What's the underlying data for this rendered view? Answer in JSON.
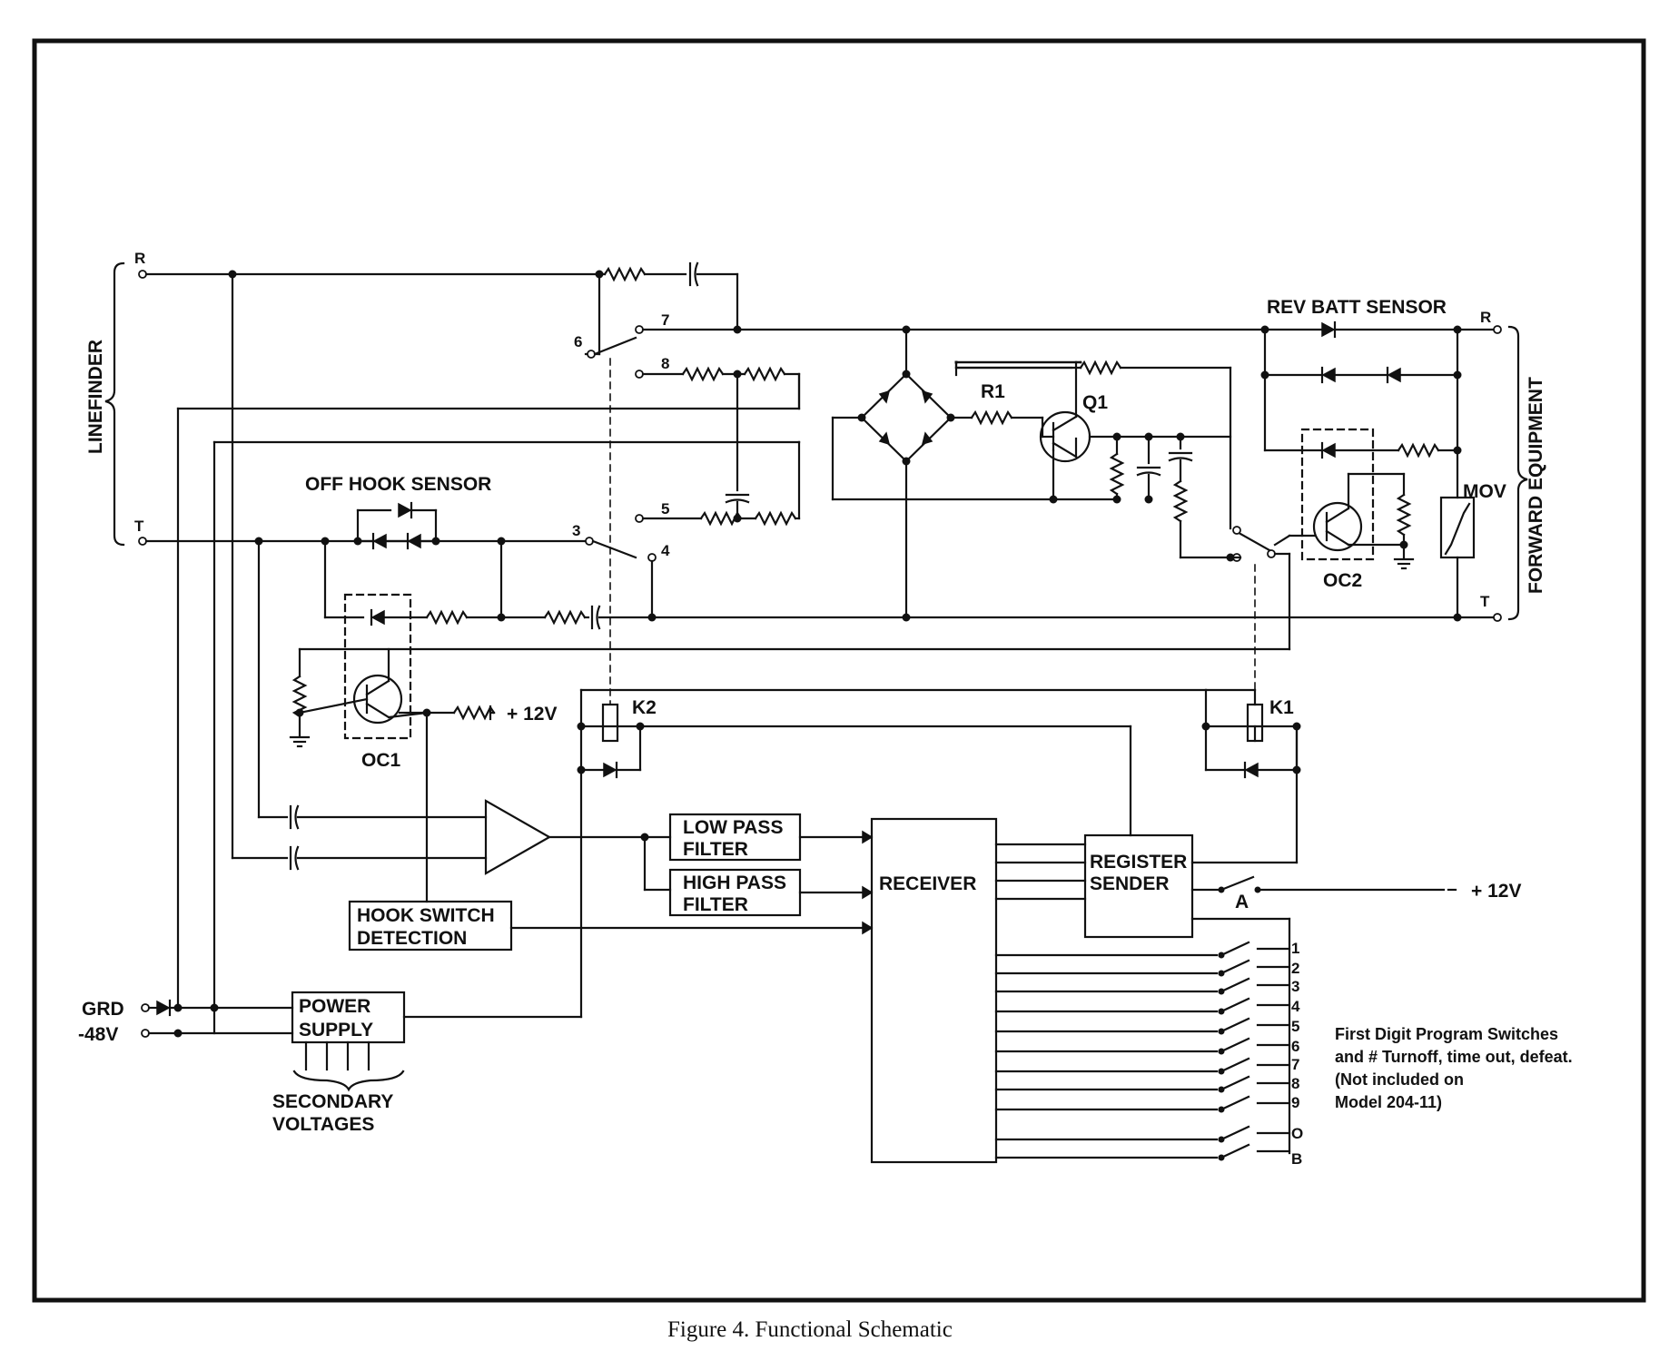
{
  "caption": "Figure 4. Functional Schematic",
  "left_port": {
    "group_label": "LINEFINDER",
    "ring": "R",
    "tip": "T",
    "ground": "GRD",
    "battery": "-48V"
  },
  "right_port": {
    "group_label": "FORWARD EQUIPMENT",
    "ring": "R",
    "tip": "T"
  },
  "sensors": {
    "off_hook": "OFF HOOK SENSOR",
    "rev_batt": "REV BATT SENSOR"
  },
  "components": {
    "oc1": "OC1",
    "oc2": "OC2",
    "r1": "R1",
    "q1": "Q1",
    "mov": "MOV",
    "k1": "K1",
    "k2": "K2",
    "switch_a": "A"
  },
  "contacts": [
    "3",
    "4",
    "5",
    "6",
    "7",
    "8"
  ],
  "supply": {
    "plus12_oc1": "+ 12V",
    "plus12_switch": "+ 12V"
  },
  "blocks": {
    "low_pass_1": "LOW PASS",
    "low_pass_2": "FILTER",
    "high_pass_1": "HIGH PASS",
    "high_pass_2": "FILTER",
    "receiver": "RECEIVER",
    "register_1": "REGISTER",
    "register_2": "SENDER",
    "hook_1": "HOOK SWITCH",
    "hook_2": "DETECTION",
    "power_1": "POWER",
    "power_2": "SUPPLY",
    "secondary_1": "SECONDARY",
    "secondary_2": "VOLTAGES"
  },
  "program_switches": [
    "1",
    "2",
    "3",
    "4",
    "5",
    "6",
    "7",
    "8",
    "9",
    "O",
    "B"
  ],
  "program_note": [
    "First Digit Program Switches",
    "and # Turnoff, time out, defeat.",
    "(Not included on",
    "Model 204-11)"
  ]
}
